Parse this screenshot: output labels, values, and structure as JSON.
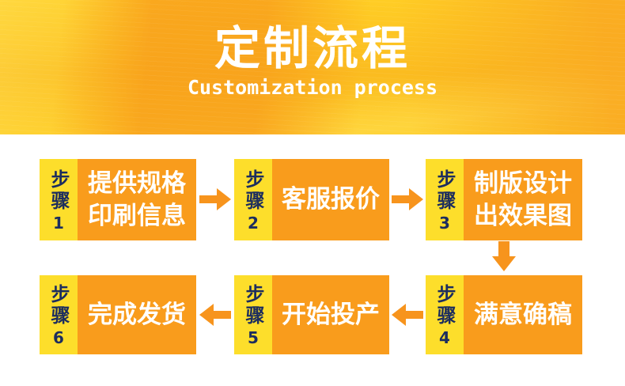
{
  "banner": {
    "title": "定制流程",
    "subtitle": "Customization process",
    "text_color": "#FFFFFF",
    "bg_colors": {
      "base_top": "#FFCD25",
      "base_bottom": "#FBBC20",
      "band_orange": "#F89E1B",
      "band_light_yellow": "#FFDC4E"
    }
  },
  "steps": [
    {
      "word": "步骤",
      "num": "1",
      "text": "提供规格\n印刷信息"
    },
    {
      "word": "步骤",
      "num": "2",
      "text": "客服报价"
    },
    {
      "word": "步骤",
      "num": "3",
      "text": "制版设计\n出效果图"
    },
    {
      "word": "步骤",
      "num": "4",
      "text": "满意确稿"
    },
    {
      "word": "步骤",
      "num": "5",
      "text": "开始投产"
    },
    {
      "word": "步骤",
      "num": "6",
      "text": "完成发货"
    }
  ],
  "colors": {
    "step_label_bg": "#FDDE2B",
    "step_label_text": "#1C2D5E",
    "step_box_bg": "#F99C1C",
    "step_box_text": "#FFFFFF",
    "arrow": "#F7941D",
    "page_bg": "#FFFFFF"
  }
}
